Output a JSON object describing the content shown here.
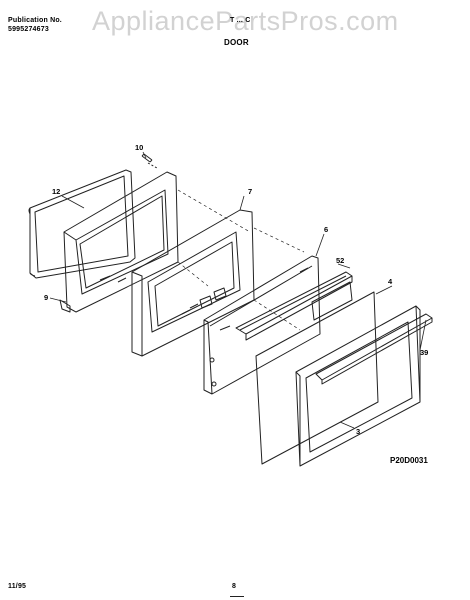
{
  "header": {
    "publication_label": "Publication No.",
    "publication_number": "5995274673",
    "model": "T ... C",
    "section_title": "DOOR"
  },
  "watermark": "AppliancePartsPros.com",
  "callouts": [
    "10",
    "12",
    "7",
    "6",
    "52",
    "4",
    "39",
    "3",
    "9"
  ],
  "diagram_code": "P20D0031",
  "footer": {
    "date": "11/95",
    "page": "8"
  },
  "colors": {
    "line": "#222222",
    "watermark": "#d2d2d2"
  }
}
